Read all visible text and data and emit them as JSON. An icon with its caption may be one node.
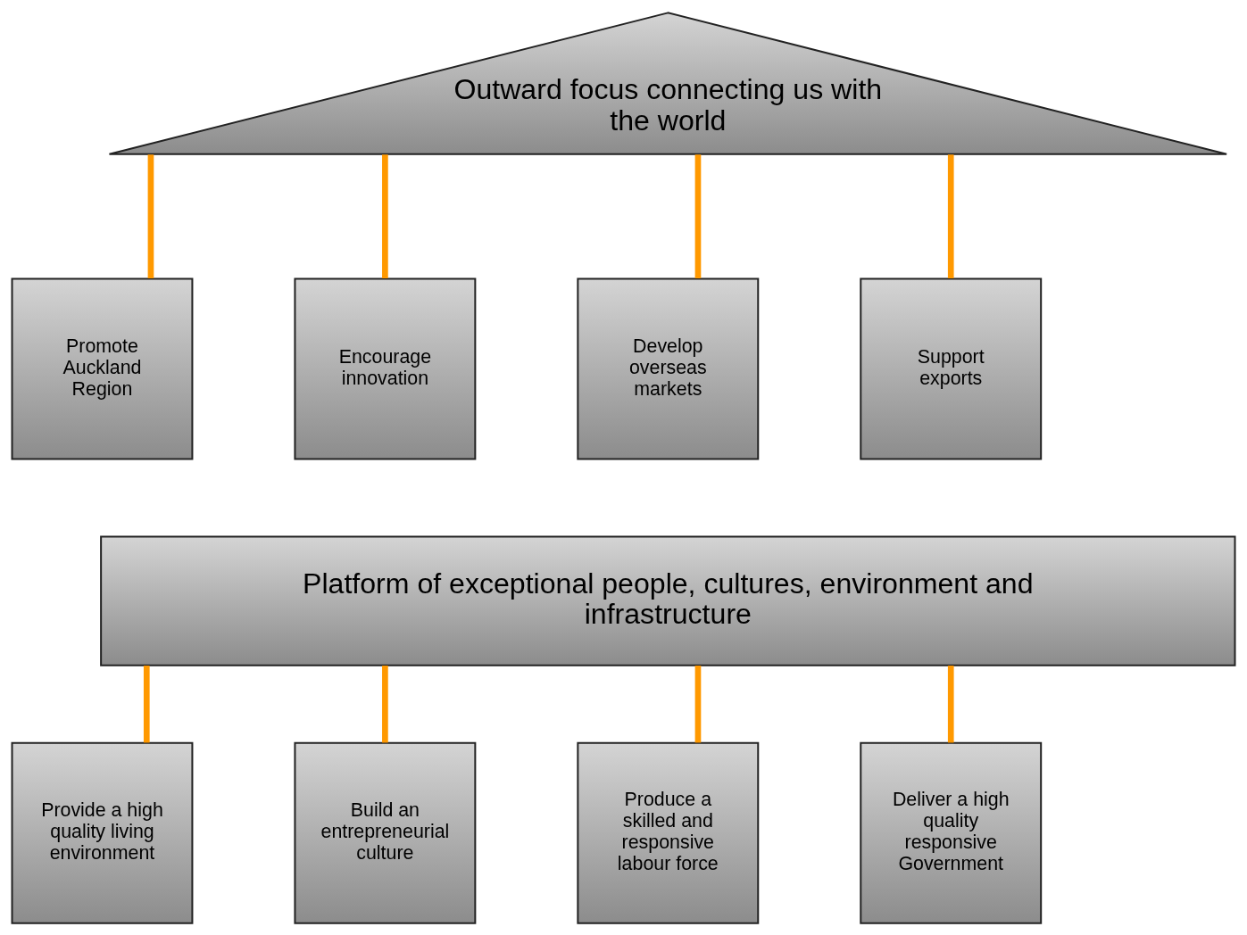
{
  "diagram": {
    "nodes": [
      {
        "text": [
          "Outward focus connecting us with the world"
        ]
      },
      {
        "text": [
          "Promote Auckland Region"
        ]
      },
      {
        "text": [
          "Encourage innovation"
        ]
      },
      {
        "text": [
          "Develop overseas markets"
        ]
      },
      {
        "text": [
          "Support exports"
        ]
      },
      {
        "text": [
          "Platform of exceptional people, cultures, environment and infrastructure"
        ]
      },
      {
        "text": [
          "Provide a high quality living environment"
        ]
      },
      {
        "text": [
          "Build an entrepreneurial culture"
        ]
      },
      {
        "text": [
          "Produce a skilled and responsive labour force"
        ]
      },
      {
        "text": [
          "Deliver a high quality responsive Government"
        ]
      }
    ],
    "edges": [
      {
        "from": 0,
        "to": 1,
        "arrow": "none"
      },
      {
        "from": 0,
        "to": 2,
        "arrow": "none"
      },
      {
        "from": 0,
        "to": 3,
        "arrow": "none"
      },
      {
        "from": 0,
        "to": 4,
        "arrow": "none"
      },
      {
        "from": 5,
        "to": 6,
        "arrow": "none"
      },
      {
        "from": 5,
        "to": 7,
        "arrow": "none"
      },
      {
        "from": 5,
        "to": 8,
        "arrow": "none"
      },
      {
        "from": 5,
        "to": 9,
        "arrow": "none"
      }
    ]
  }
}
